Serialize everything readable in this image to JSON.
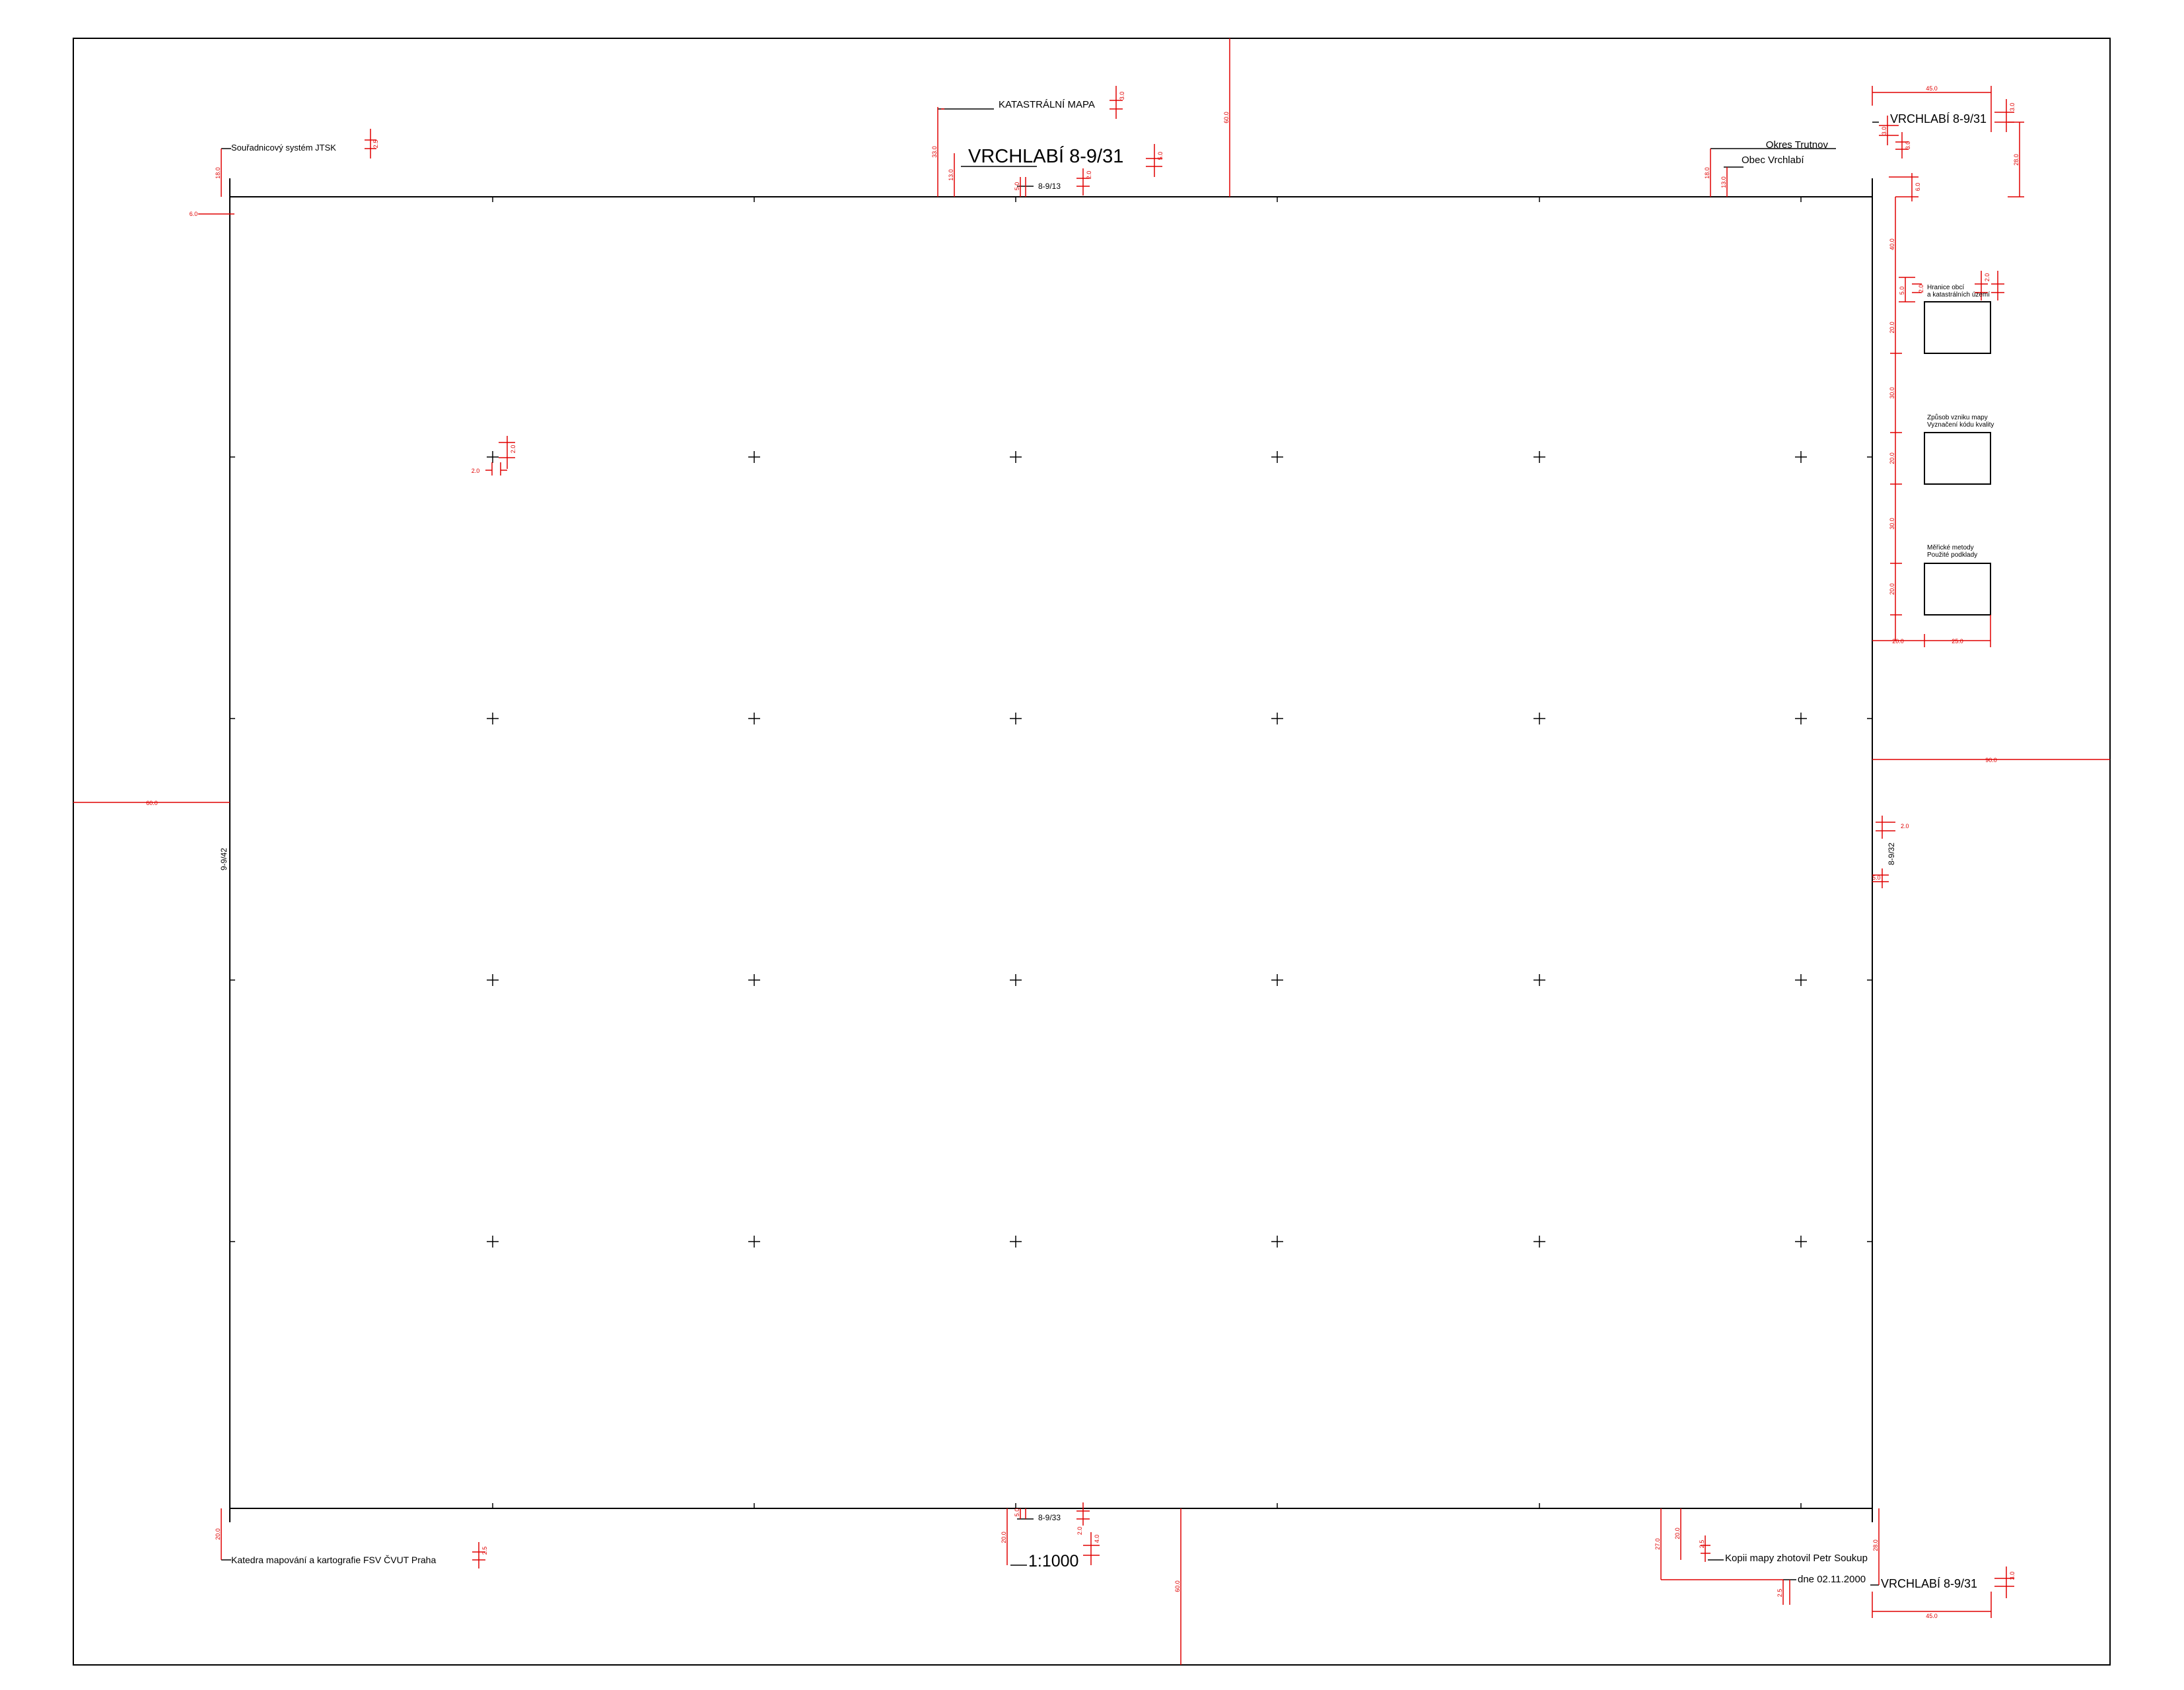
{
  "header": {
    "coord_system": "Souřadnicový systém JTSK",
    "map_type": "KATASTRÁLNÍ MAPA",
    "sheet_title": "VRCHLABÍ 8-9/31",
    "district": "Okres Trutnov",
    "municipality": "Obec Vrchlabí",
    "corner_title_top": "VRCHLABÍ 8-9/31"
  },
  "neighbors": {
    "top": "8-9/13",
    "bottom": "8-9/33",
    "left": "9-9/42",
    "right": "8-9/32"
  },
  "footer": {
    "department": "Katedra mapování a kartografie FSV ČVUT Praha",
    "scale": "1:1000",
    "author_line": "Kopii mapy zhotovil Petr Soukup",
    "date_line": "dne 02.11.2000",
    "corner_title_bottom": "VRCHLABÍ 8-9/31"
  },
  "legend": {
    "box1_line1": "Hranice obcí",
    "box1_line2": "a katastrálních území",
    "box2_line1": "Způsob vzniku mapy",
    "box2_line2": "Vyznačení kódu kvality",
    "box3_line1": "Měřické metody",
    "box3_line2": "Použité podklady"
  },
  "dimensions": {
    "d_2_5a": "2.5",
    "d_18_0a": "18.0",
    "d_6_0": "6.0",
    "d_33_0": "33.0",
    "d_13_0a": "13.0",
    "d_3_0a": "3.0",
    "d_5_0a": "5.0",
    "d_5_0top": "5.0",
    "d_2_0top": "2.0",
    "d_60_0top": "60.0",
    "d_18_0r": "18.0",
    "d_13_0r": "13.0",
    "d_3_0r1": "3.0",
    "d_3_0r2": "3.0",
    "d_45_0top": "45.0",
    "d_3_0corner": "3.0",
    "d_28_0": "28.0",
    "d_6_0r": "6.0",
    "d_2_0cross": "2.0",
    "d_2_0crossb": "2.0",
    "d_40_0": "40.0",
    "d_5_0leg": "5.0",
    "d_2_0leg": "2.0",
    "d_2_0legb": "2.0",
    "d_20_0leg1": "20.0",
    "d_30_0leg1": "30.0",
    "d_20_0leg2": "20.0",
    "d_30_0leg2": "30.0",
    "d_20_0leg3": "20.0",
    "d_20_0legw": "20.0",
    "d_25_0": "25.0",
    "d_90_0": "90.0",
    "d_60_0left": "60.0",
    "d_2_0right": "2.0",
    "d_5_0right": "5.0",
    "d_20_0bl": "20.0",
    "d_2_5bl": "2.5",
    "d_20_0bm": "20.0",
    "d_5_0bm": "5.0",
    "d_2_0bm": "2.0",
    "d_4_0bm": "4.0",
    "d_60_0bottom": "60.0",
    "d_27_0": "27.0",
    "d_20_0br": "20.0",
    "d_2_5br": "2.5",
    "d_2_5br2": "2.5",
    "d_28_0b": "28.0",
    "d_3_0bcorner": "3.0",
    "d_45_0bottom": "45.0"
  }
}
